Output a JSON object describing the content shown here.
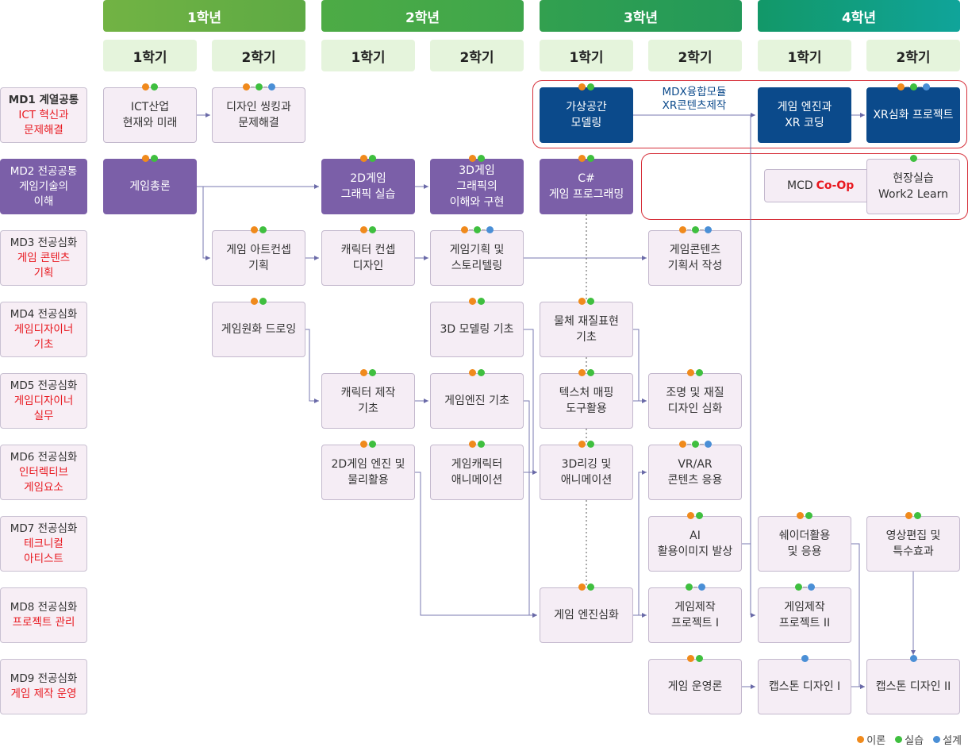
{
  "years": [
    "1학년",
    "2학년",
    "3학년",
    "4학년"
  ],
  "semesters": [
    "1학기",
    "2학기",
    "1학기",
    "2학기",
    "1학기",
    "2학기",
    "1학기",
    "2학기"
  ],
  "modules": [
    {
      "line1": "MD1 계열공통",
      "line2": "ICT 혁신과",
      "line3": "문제해결"
    },
    {
      "line1": "MD2 전공공통",
      "line2": "게임기술의",
      "line3": "이해"
    },
    {
      "line1": "MD3 전공심화",
      "line2": "게임 콘텐츠",
      "line3": "기획"
    },
    {
      "line1": "MD4 전공심화",
      "line2": "게임디자이너",
      "line3": "기초"
    },
    {
      "line1": "MD5 전공심화",
      "line2": "게임디자이너",
      "line3": "실무"
    },
    {
      "line1": "MD6 전공심화",
      "line2": "인터렉티브",
      "line3": "게임요소"
    },
    {
      "line1": "MD7 전공심화",
      "line2": "테크니컬",
      "line3": "아티스트"
    },
    {
      "line1": "MD8 전공심화",
      "line2": "프로젝트 관리",
      "line3": ""
    },
    {
      "line1": "MD9 전공심화",
      "line2": "게임 제작 운영",
      "line3": ""
    }
  ],
  "courses": [
    {
      "id": "ict",
      "label": "ICT산업\n현재와 미래"
    },
    {
      "id": "design_thinking",
      "label": "디자인 씽킹과\n문제해결"
    },
    {
      "id": "vspace",
      "label": "가상공간\n모델링"
    },
    {
      "id": "engine_xr",
      "label": "게임 엔진과\nXR 코딩"
    },
    {
      "id": "xr_project",
      "label": "XR심화 프로젝트"
    },
    {
      "id": "game_intro",
      "label": "게임총론"
    },
    {
      "id": "g2d",
      "label": "2D게임\n그래픽 실습"
    },
    {
      "id": "g3d",
      "label": "3D게임\n그래픽의\n이해와 구현"
    },
    {
      "id": "csharp",
      "label": "C#\n게임 프로그래밍"
    },
    {
      "id": "field",
      "label": "현장실습\nWork2 Learn"
    },
    {
      "id": "art_concept",
      "label": "게임 아트컨셉\n기획"
    },
    {
      "id": "char_concept",
      "label": "캐릭터 컨셉\n디자인"
    },
    {
      "id": "storytelling",
      "label": "게임기획 및\n스토리텔링"
    },
    {
      "id": "proposal",
      "label": "게임콘텐츠\n기획서 작성"
    },
    {
      "id": "drawing",
      "label": "게임원화 드로잉"
    },
    {
      "id": "model3d",
      "label": "3D 모델링 기초"
    },
    {
      "id": "material",
      "label": "물체 재질표현\n기초"
    },
    {
      "id": "char_make",
      "label": "캐릭터 제작\n기초"
    },
    {
      "id": "engine_basic",
      "label": "게임엔진 기초"
    },
    {
      "id": "texture",
      "label": "텍스처 매핑\n도구활용"
    },
    {
      "id": "lighting",
      "label": "조명 및 재질\n디자인 심화"
    },
    {
      "id": "engine2d",
      "label": "2D게임 엔진 및\n물리활용"
    },
    {
      "id": "char_anim",
      "label": "게임캐릭터\n애니메이션"
    },
    {
      "id": "rigging",
      "label": "3D리깅 및\n애니메이션"
    },
    {
      "id": "vrar",
      "label": "VR/AR\n콘텐츠 응용"
    },
    {
      "id": "ai",
      "label": "AI\n활용이미지 발상"
    },
    {
      "id": "shader",
      "label": "쉐이더활용\n및 응용"
    },
    {
      "id": "video",
      "label": "영상편집 및\n특수효과"
    },
    {
      "id": "engine_adv",
      "label": "게임 엔진심화"
    },
    {
      "id": "proj1",
      "label": "게임제작\n프로젝트 I"
    },
    {
      "id": "proj2",
      "label": "게임제작\n프로젝트 II"
    },
    {
      "id": "ops",
      "label": "게임 운영론"
    },
    {
      "id": "cap1",
      "label": "캡스톤 디자인 I"
    },
    {
      "id": "cap2",
      "label": "캡스톤 디자인 II"
    }
  ],
  "mdx": {
    "line1": "MDX융합모듈",
    "line2": "XR콘텐츠제작"
  },
  "coop": {
    "prefix": "MCD",
    "highlight": "Co-Op"
  },
  "legend": [
    {
      "label": "이론",
      "color": "#f08a1c"
    },
    {
      "label": "실습",
      "color": "#3fbf3f"
    },
    {
      "label": "설계",
      "color": "#4a8fd6"
    }
  ],
  "colors": {
    "year1": "#6ab04c",
    "year2": "#3fa649",
    "year3": "#249a55",
    "year4": "#0e9a8a",
    "purple": "#7b5fa8",
    "navy": "#0b4a8b",
    "highlight": "#e8181f"
  }
}
